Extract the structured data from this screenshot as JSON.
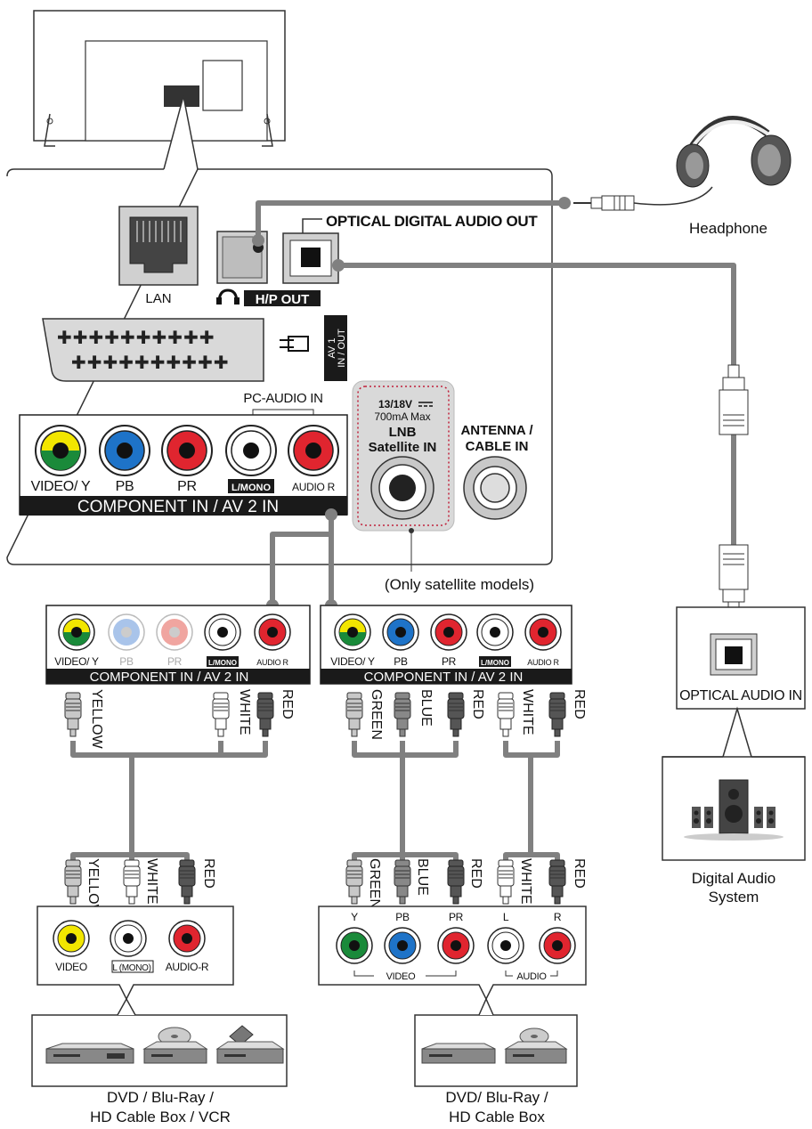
{
  "tv_panel": {
    "lan": "LAN",
    "hp_out": "H/P OUT",
    "optical_out": "OPTICAL DIGITAL AUDIO OUT",
    "av1_line1": "AV 1",
    "av1_line2": "IN / OUT",
    "pc_audio_in": "PC-AUDIO IN",
    "jacks": [
      "VIDEO/ Y",
      "PB",
      "PR",
      "L/MONO",
      "AUDIO R"
    ],
    "component_bar": "COMPONENT IN / AV 2 IN",
    "lnb_volt": "13/18V",
    "lnb_current": "700mA Max",
    "lnb_title": "LNB",
    "lnb_sub": "Satellite IN",
    "antenna_line1": "ANTENNA /",
    "antenna_line2": "CABLE IN",
    "satellite_note": "(Only satellite models)"
  },
  "headphone_label": "Headphone",
  "optical_audio_in": "OPTICAL AUDIO IN",
  "digital_audio_line1": "Digital Audio",
  "digital_audio_line2": "System",
  "mini_panel": {
    "jacks": [
      "VIDEO/ Y",
      "PB",
      "PR",
      "L/MONO",
      "AUDIO R"
    ],
    "bar": "COMPONENT IN / AV 2 IN"
  },
  "cables": {
    "yellow": "YELLOW",
    "white": "WHITE",
    "red": "RED",
    "green": "GREEN",
    "blue": "BLUE"
  },
  "device_left": {
    "jacks": [
      "VIDEO",
      "L (MONO)",
      "AUDIO-R"
    ],
    "caption_line1": "DVD / Blu-Ray /",
    "caption_line2": "HD Cable Box / VCR"
  },
  "device_right": {
    "jacks": [
      "Y",
      "PB",
      "PR",
      "L",
      "R"
    ],
    "video_group": "VIDEO",
    "audio_group": "AUDIO",
    "caption_line1": "DVD/ Blu-Ray /",
    "caption_line2": "HD Cable Box"
  },
  "colors": {
    "yellow": "#f2e600",
    "green": "#1a8a3a",
    "blue": "#1e73c8",
    "red": "#e0252f",
    "cable_gray": "#808080",
    "panel_black": "#1a1a1a",
    "satellite_dash": "#c0203a"
  }
}
